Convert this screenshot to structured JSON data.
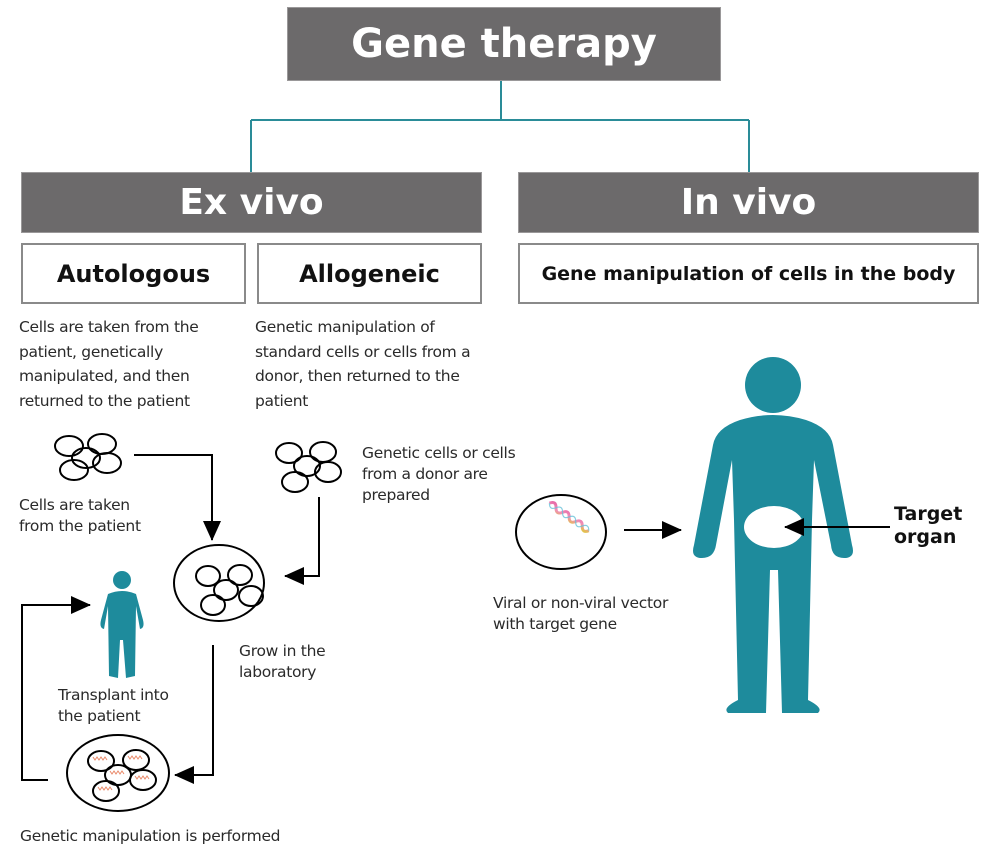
{
  "title": "Gene therapy",
  "colors": {
    "header_bg": "#6c6a6b",
    "connector": "#2a8c98",
    "figure": "#1e8b9c",
    "text": "#2a2a2a"
  },
  "ex_vivo": {
    "label": "Ex vivo",
    "autologous": {
      "label": "Autologous",
      "description": "Cells are taken from the\npatient, genetically\nmanipulated, and then\nreturned to the patient",
      "step_label": "Cells are taken\nfrom the patient"
    },
    "allogeneic": {
      "label": "Allogeneic",
      "description": "Genetic manipulation of\nstandard cells or cells from a\ndonor, then returned to the\npatient",
      "step_label": "Genetic cells or cells\nfrom a donor are\nprepared"
    },
    "steps": {
      "grow": "Grow in the\nlaboratory",
      "transplant": "Transplant into\nthe patient",
      "manipulate": "Genetic manipulation is performed"
    }
  },
  "in_vivo": {
    "label": "In vivo",
    "subtitle": "Gene manipulation of cells in the body",
    "vector_label": "Viral or non-viral vector\nwith target gene",
    "target_label": "Target\norgan"
  }
}
